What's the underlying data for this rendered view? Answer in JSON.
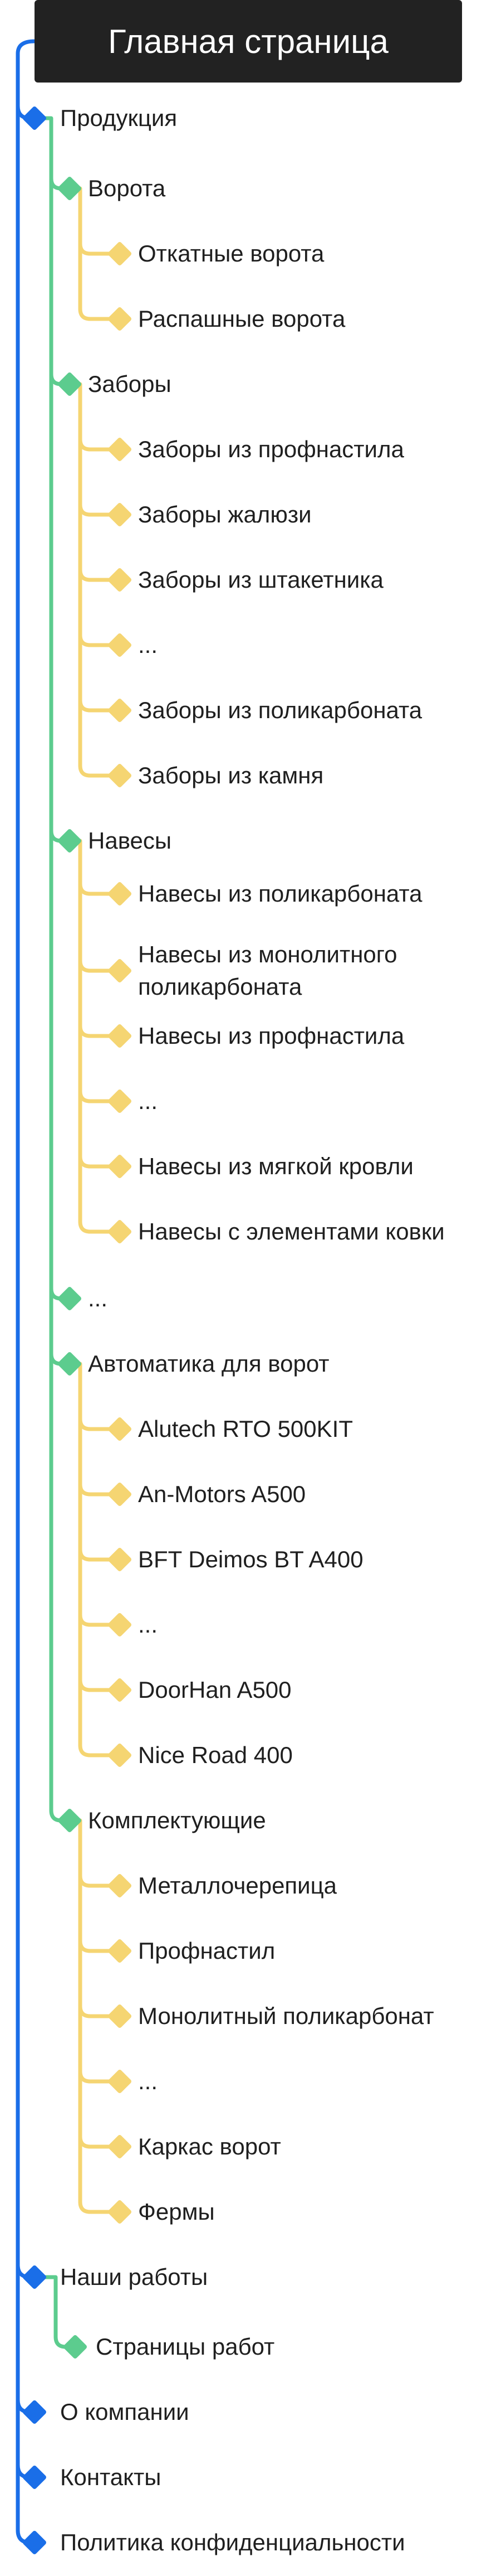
{
  "root": {
    "label": "Главная страница"
  },
  "colors": {
    "level1": "#1a6ee8",
    "level2": "#5ccc8e",
    "level3": "#f5d572",
    "root_bg": "#222222"
  },
  "nodes": [
    {
      "id": "produkciya",
      "label": "Продукция",
      "level": 1,
      "parent": "root"
    },
    {
      "id": "vorota",
      "label": "Ворота",
      "level": 2,
      "parent": "produkciya"
    },
    {
      "id": "otkatnye",
      "label": "Откатные ворота",
      "level": 3,
      "parent": "vorota"
    },
    {
      "id": "raspashnye",
      "label": "Распашные ворота",
      "level": 3,
      "parent": "vorota"
    },
    {
      "id": "zabory",
      "label": "Заборы",
      "level": 2,
      "parent": "produkciya"
    },
    {
      "id": "z-profnastil",
      "label": "Заборы из профнастила",
      "level": 3,
      "parent": "zabory"
    },
    {
      "id": "z-zhalyuzi",
      "label": "Заборы жалюзи",
      "level": 3,
      "parent": "zabory"
    },
    {
      "id": "z-shtaketnik",
      "label": "Заборы из штакетника",
      "level": 3,
      "parent": "zabory"
    },
    {
      "id": "z-etc",
      "label": "...",
      "level": 3,
      "parent": "zabory"
    },
    {
      "id": "z-polikarbonat",
      "label": "Заборы из поликарбоната",
      "level": 3,
      "parent": "zabory"
    },
    {
      "id": "z-kamen",
      "label": "Заборы из камня",
      "level": 3,
      "parent": "zabory"
    },
    {
      "id": "navesy",
      "label": "Навесы",
      "level": 2,
      "parent": "produkciya"
    },
    {
      "id": "n-polikarbonat",
      "label": "Навесы из поликарбоната",
      "level": 3,
      "parent": "navesy"
    },
    {
      "id": "n-monolit",
      "label": "Навесы из монолитного поликарбоната",
      "level": 3,
      "parent": "navesy"
    },
    {
      "id": "n-profnastil",
      "label": "Навесы из профнастила",
      "level": 3,
      "parent": "navesy"
    },
    {
      "id": "n-etc",
      "label": "...",
      "level": 3,
      "parent": "navesy"
    },
    {
      "id": "n-myagkaya",
      "label": "Навесы из мягкой кровли",
      "level": 3,
      "parent": "navesy"
    },
    {
      "id": "n-kovka",
      "label": "Навесы с элементами ковки",
      "level": 3,
      "parent": "navesy"
    },
    {
      "id": "p-etc",
      "label": "...",
      "level": 2,
      "parent": "produkciya"
    },
    {
      "id": "avtomatika",
      "label": "Автоматика для ворот",
      "level": 2,
      "parent": "produkciya"
    },
    {
      "id": "a-alutech",
      "label": "Alutech RTO 500KIT",
      "level": 3,
      "parent": "avtomatika"
    },
    {
      "id": "a-anmotors",
      "label": "An-Motors A500",
      "level": 3,
      "parent": "avtomatika"
    },
    {
      "id": "a-bft",
      "label": "BFT Deimos BT A400",
      "level": 3,
      "parent": "avtomatika"
    },
    {
      "id": "a-etc",
      "label": "...",
      "level": 3,
      "parent": "avtomatika"
    },
    {
      "id": "a-doorhan",
      "label": "DoorHan A500",
      "level": 3,
      "parent": "avtomatika"
    },
    {
      "id": "a-nice",
      "label": "Nice Road 400",
      "level": 3,
      "parent": "avtomatika"
    },
    {
      "id": "komplekt",
      "label": "Комплектующие",
      "level": 2,
      "parent": "produkciya"
    },
    {
      "id": "k-metallocherepica",
      "label": "Металлочерепица",
      "level": 3,
      "parent": "komplekt"
    },
    {
      "id": "k-profnastil",
      "label": "Профнастил",
      "level": 3,
      "parent": "komplekt"
    },
    {
      "id": "k-monolit",
      "label": "Монолитный поликарбонат",
      "level": 3,
      "parent": "komplekt"
    },
    {
      "id": "k-etc",
      "label": "...",
      "level": 3,
      "parent": "komplekt"
    },
    {
      "id": "k-karkas",
      "label": "Каркас ворот",
      "level": 3,
      "parent": "komplekt"
    },
    {
      "id": "k-fermy",
      "label": "Фермы",
      "level": 3,
      "parent": "komplekt"
    },
    {
      "id": "nashi-raboty",
      "label": "Наши работы",
      "level": 1,
      "parent": "root"
    },
    {
      "id": "stranicy-rabot",
      "label": "Страницы работ",
      "level": 2,
      "parent": "nashi-raboty"
    },
    {
      "id": "o-kompanii",
      "label": "О компании",
      "level": 1,
      "parent": "root"
    },
    {
      "id": "kontakty",
      "label": "Контакты",
      "level": 1,
      "parent": "root"
    },
    {
      "id": "politika",
      "label": "Политика конфиденциальности",
      "level": 1,
      "parent": "root"
    }
  ]
}
